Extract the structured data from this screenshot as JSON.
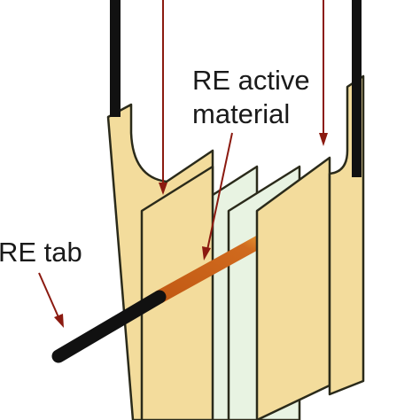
{
  "labels": {
    "re_active_material_line1": "RE active",
    "re_active_material_line2": "material",
    "re_tab": "RE tab"
  },
  "colors": {
    "electrode_fill": "#f3dc9c",
    "electrode_stroke": "#2a2a1a",
    "separator_fill": "#e8f3e2",
    "separator_stroke": "#2a2a1a",
    "arrow": "#8b1a10",
    "wire": "#111111",
    "re_active": "#c9651b",
    "re_active_end": "#e9a33c",
    "frame": "#111111"
  }
}
